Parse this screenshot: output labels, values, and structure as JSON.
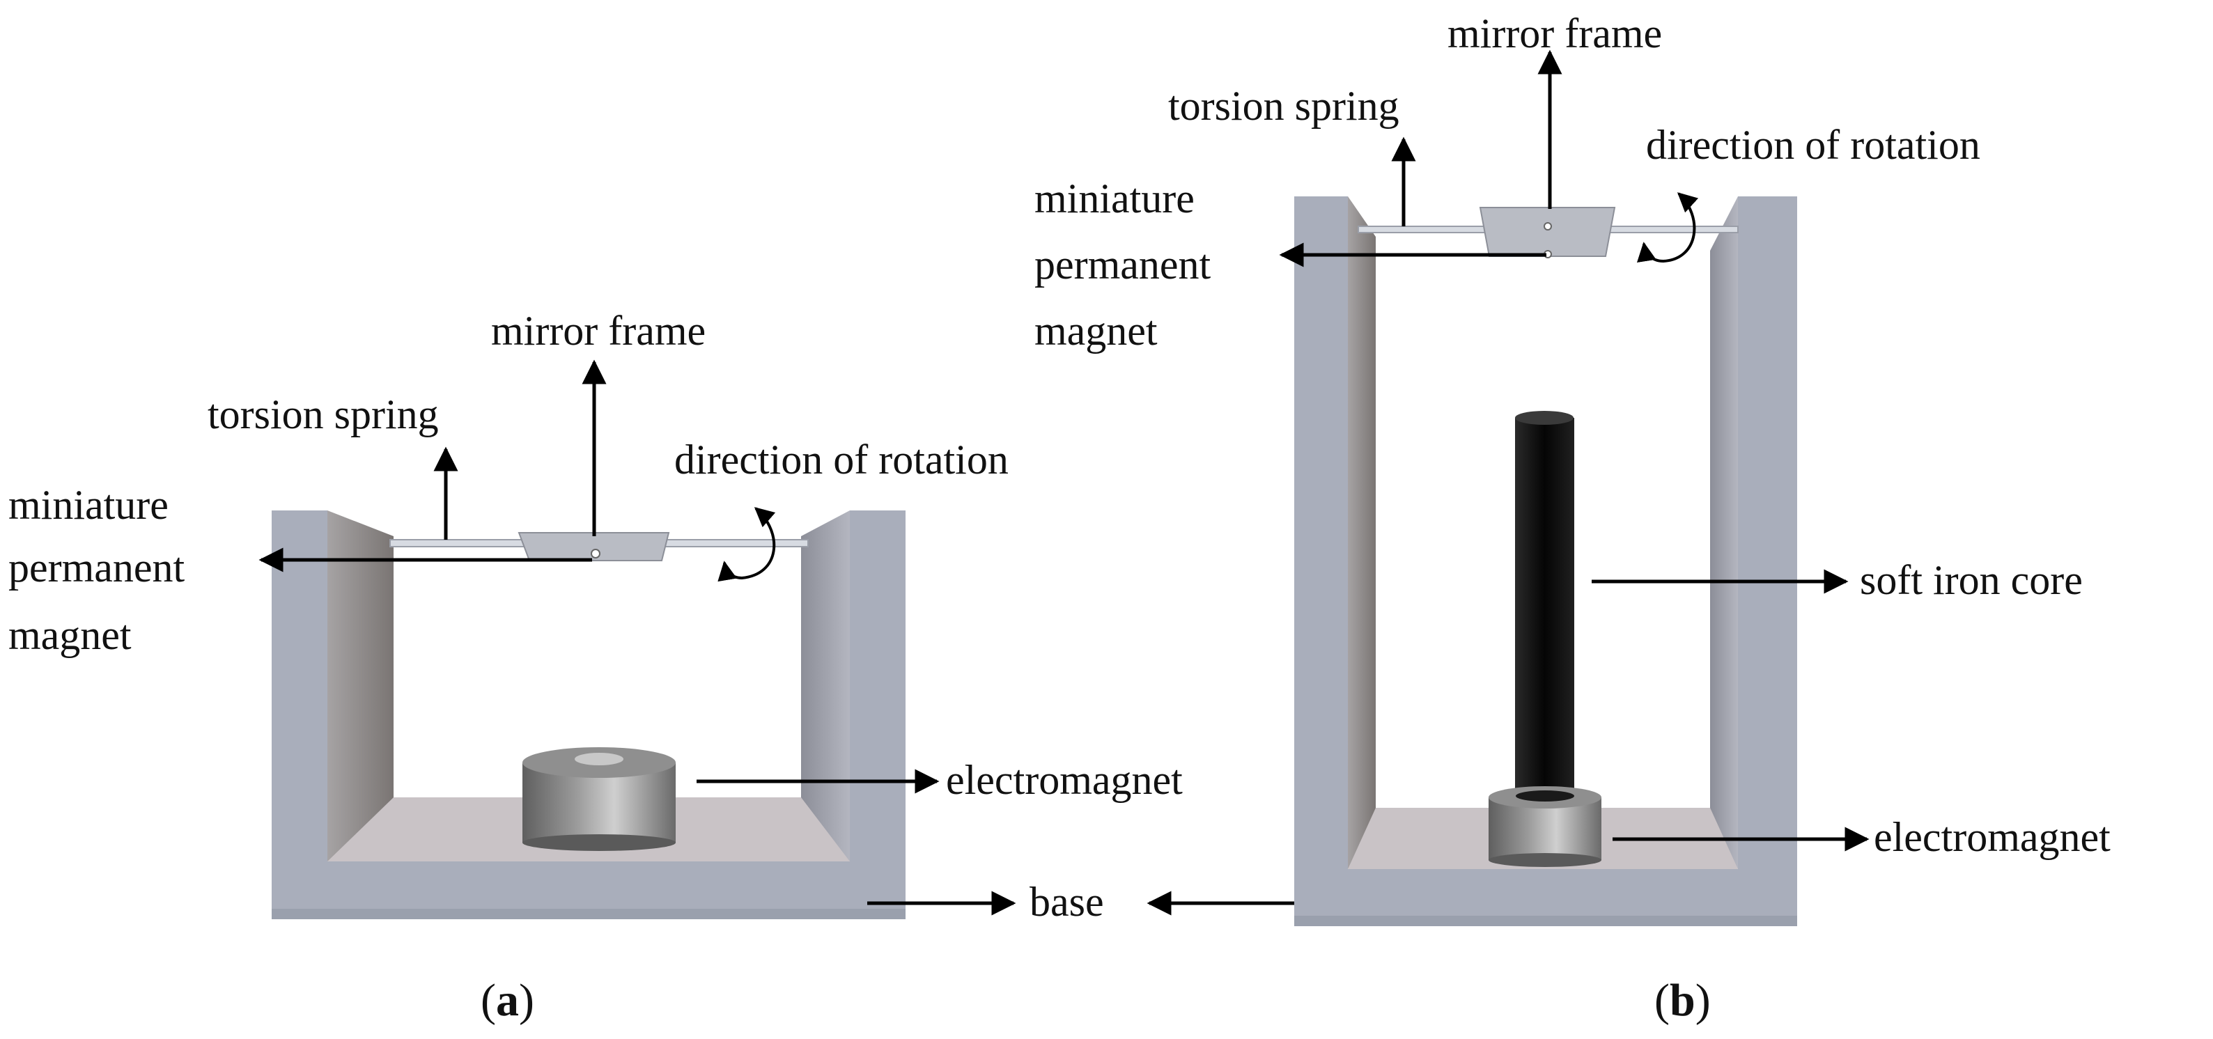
{
  "figure": {
    "panel_a": {
      "caption_open": "(",
      "caption_letter": "a",
      "caption_close": ")",
      "labels": {
        "mirror_frame": "mirror frame",
        "torsion_spring": "torsion spring",
        "direction_of_rotation": "direction of rotation",
        "magnet_line1": "miniature",
        "magnet_line2": "permanent",
        "magnet_line3": "magnet",
        "electromagnet": "electromagnet"
      }
    },
    "panel_b": {
      "caption_open": "(",
      "caption_letter": "b",
      "caption_close": ")",
      "labels": {
        "mirror_frame": "mirror frame",
        "torsion_spring": "torsion spring",
        "direction_of_rotation": "direction of rotation",
        "magnet_line1": "miniature",
        "magnet_line2": "permanent",
        "magnet_line3": "magnet",
        "soft_iron_core": "soft iron core",
        "electromagnet": "electromagnet"
      }
    },
    "shared": {
      "base": "base"
    },
    "colors": {
      "frame": "#a9aebb",
      "frame_inner": "#8e8780",
      "floor": "#c9c3c6",
      "core": "#0c0c0c",
      "coil": "#7b7b7b",
      "arrow": "#000000"
    }
  }
}
